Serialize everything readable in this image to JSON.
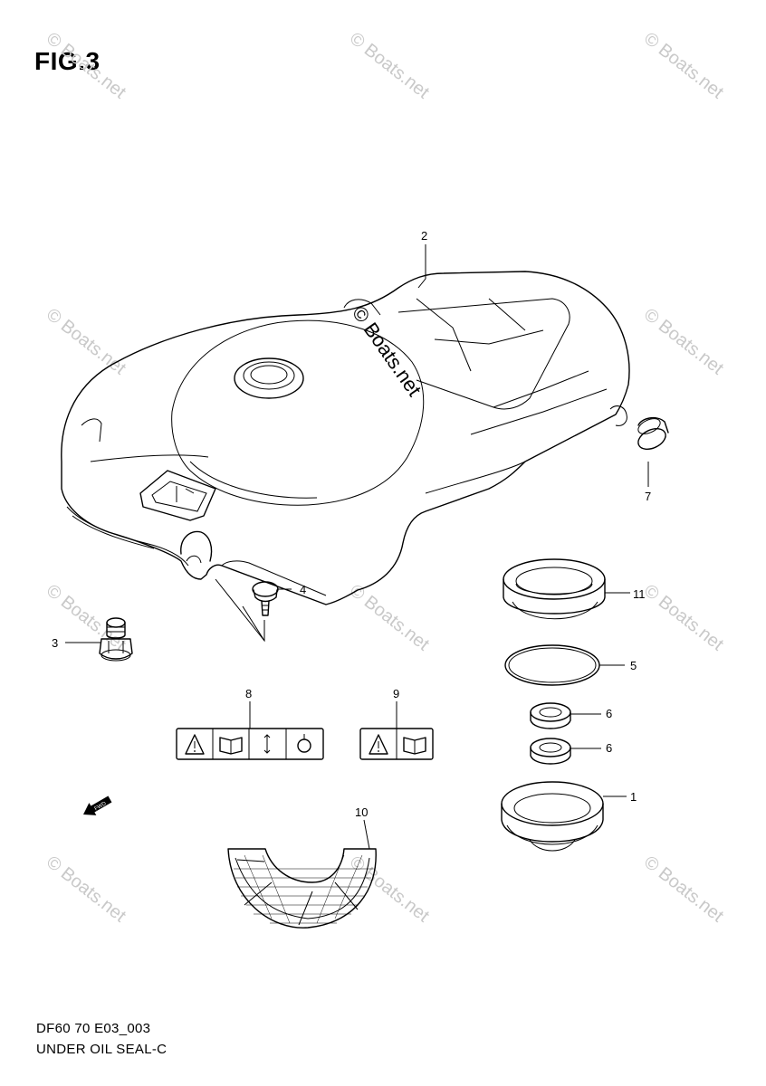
{
  "figure": {
    "title": "FIG.3",
    "code": "DF60 70 E03_003",
    "name": "UNDER OIL SEAL-C"
  },
  "watermark": {
    "text": "© Boats.net"
  },
  "callouts": [
    {
      "id": "2",
      "label": "2"
    },
    {
      "id": "7",
      "label": "7"
    },
    {
      "id": "4",
      "label": "4"
    },
    {
      "id": "3",
      "label": "3"
    },
    {
      "id": "11",
      "label": "11"
    },
    {
      "id": "5",
      "label": "5"
    },
    {
      "id": "6a",
      "label": "6"
    },
    {
      "id": "6b",
      "label": "6"
    },
    {
      "id": "1",
      "label": "1"
    },
    {
      "id": "8",
      "label": "8"
    },
    {
      "id": "9",
      "label": "9"
    },
    {
      "id": "10",
      "label": "10"
    }
  ],
  "fwd_arrow": {
    "label": "FWD"
  },
  "icons": [
    "warning-icon",
    "manual-book-icon",
    "lift-arrows-icon",
    "hook-icon"
  ]
}
